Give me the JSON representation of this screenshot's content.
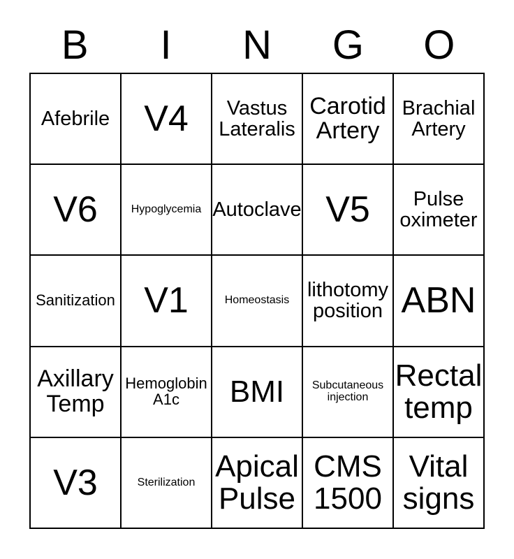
{
  "card": {
    "title": "BINGO",
    "background_color": "#ffffff",
    "border_color": "#000000",
    "text_color": "#000000",
    "columns": 5,
    "rows": 5
  },
  "header": {
    "letters": [
      "B",
      "I",
      "N",
      "G",
      "O"
    ]
  },
  "grid": {
    "rows": [
      {
        "cells": [
          {
            "label": "Afebrile",
            "size": "md"
          },
          {
            "label": "V4",
            "size": "xxl"
          },
          {
            "label": "Vastus Lateralis",
            "size": "md"
          },
          {
            "label": "Carotid Artery",
            "size": "lg"
          },
          {
            "label": "Brachial Artery",
            "size": "md"
          }
        ]
      },
      {
        "cells": [
          {
            "label": "V6",
            "size": "xxl"
          },
          {
            "label": "Hypoglycemia",
            "size": "xs"
          },
          {
            "label": "Autoclave",
            "size": "md"
          },
          {
            "label": "V5",
            "size": "xxl"
          },
          {
            "label": "Pulse oximeter",
            "size": "md"
          }
        ]
      },
      {
        "cells": [
          {
            "label": "Sanitization",
            "size": "sm"
          },
          {
            "label": "V1",
            "size": "xxl"
          },
          {
            "label": "Homeostasis",
            "size": "xs"
          },
          {
            "label": "lithotomy position",
            "size": "md"
          },
          {
            "label": "ABN",
            "size": "xxl"
          }
        ]
      },
      {
        "cells": [
          {
            "label": "Axillary Temp",
            "size": "lg"
          },
          {
            "label": "Hemoglobin A1c",
            "size": "sm",
            "clipped": true
          },
          {
            "label": "BMI",
            "size": "xl"
          },
          {
            "label": "Subcutaneous injection",
            "size": "xs"
          },
          {
            "label": "Rectal temp",
            "size": "xl"
          }
        ]
      },
      {
        "cells": [
          {
            "label": "V3",
            "size": "xxl"
          },
          {
            "label": "Sterilization",
            "size": "xs"
          },
          {
            "label": "Apical Pulse",
            "size": "xl"
          },
          {
            "label": "CMS 1500",
            "size": "xl"
          },
          {
            "label": "Vital signs",
            "size": "xl"
          }
        ]
      }
    ]
  }
}
